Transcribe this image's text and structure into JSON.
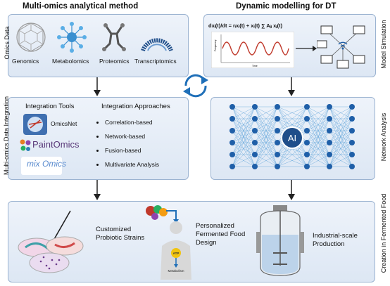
{
  "headers": {
    "left": "Multi-omics analytical method",
    "right": "Dynamic modelling for DT"
  },
  "side_labels": {
    "omics_data": "Omics Data",
    "integration": "Multi-omics Data Integration",
    "model_simulation": "Model Simulation",
    "network_analysis": "Network Analysis",
    "creation": "Creation in Fermented Food"
  },
  "omics": [
    {
      "label": "Genomics",
      "icon": "geodesic-sphere-icon"
    },
    {
      "label": "Metabolomics",
      "icon": "network-node-icon"
    },
    {
      "label": "Proteomics",
      "icon": "protein-structure-icon"
    },
    {
      "label": "Transcriptomics",
      "icon": "arc-icon"
    }
  ],
  "integration": {
    "tools_title": "Integration Tools",
    "approaches_title": "Integration Approaches",
    "tools": [
      "OmicsNet",
      "PaintOmics",
      "mix Omics"
    ],
    "approaches": [
      "Correlation-based",
      "Network-based",
      "Fusion-based",
      "Multivariate Analysis"
    ]
  },
  "model": {
    "equation_lhs": "dxᵢ(t)/dt",
    "equation_rhs": "= rᵢxᵢ(t) + xᵢ(t) ∑ Aᵢⱼ xⱼ(t)",
    "plot_ylabel": "Frequency",
    "plot_xlabel": "Time"
  },
  "network": {
    "center_label": "AI"
  },
  "creation": {
    "strains": "Customized Probiotic Strains",
    "design": "Personalized Fermented Food Design",
    "atp": "ATP",
    "metabolism": "Metabolism",
    "production": "Industrial-scale Production"
  },
  "colors": {
    "box_border": "#9bb3d1",
    "box_fill": "#e3ebf6",
    "accent_blue": "#1f5fa8",
    "wave_red": "#c0392b"
  }
}
